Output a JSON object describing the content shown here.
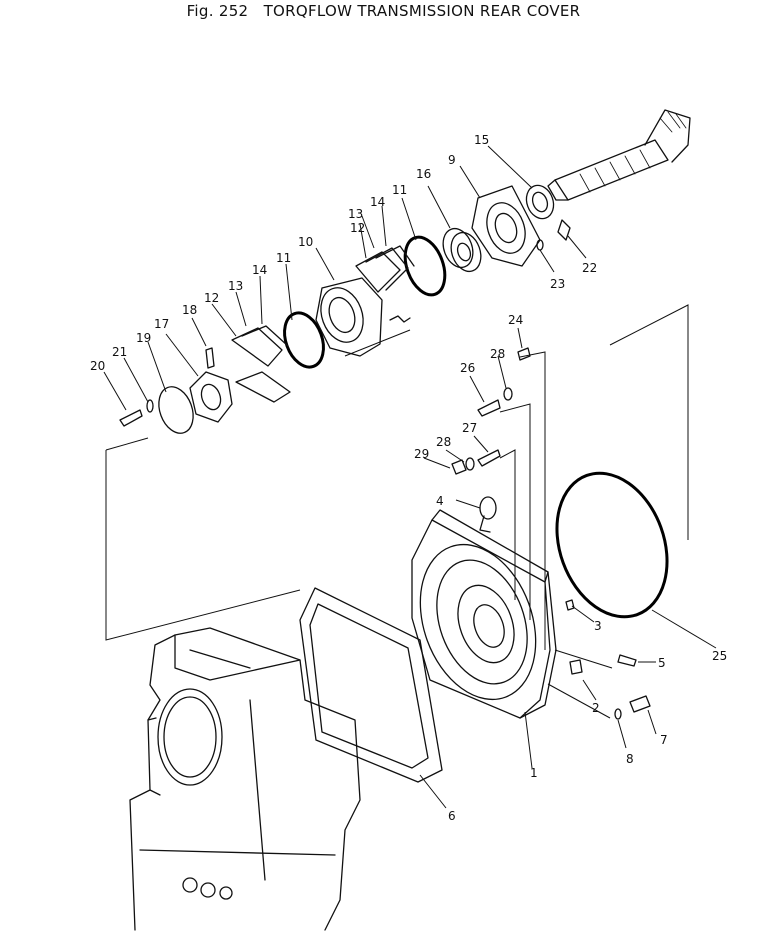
{
  "title": "Fig. 252   TORQFLOW TRANSMISSION REAR COVER",
  "callouts": {
    "c1": "1",
    "c2": "2",
    "c3": "3",
    "c4": "4",
    "c5": "5",
    "c6": "6",
    "c7": "7",
    "c8": "8",
    "c9": "9",
    "c10": "10",
    "c11a": "11",
    "c11b": "11",
    "c12a": "12",
    "c12b": "12",
    "c13a": "13",
    "c13b": "13",
    "c14a": "14",
    "c14b": "14",
    "c15": "15",
    "c16": "16",
    "c17": "17",
    "c18": "18",
    "c19": "19",
    "c20": "20",
    "c21": "21",
    "c22": "22",
    "c23": "23",
    "c24": "24",
    "c25": "25",
    "c26": "26",
    "c27": "27",
    "c28a": "28",
    "c28b": "28",
    "c29": "29"
  }
}
